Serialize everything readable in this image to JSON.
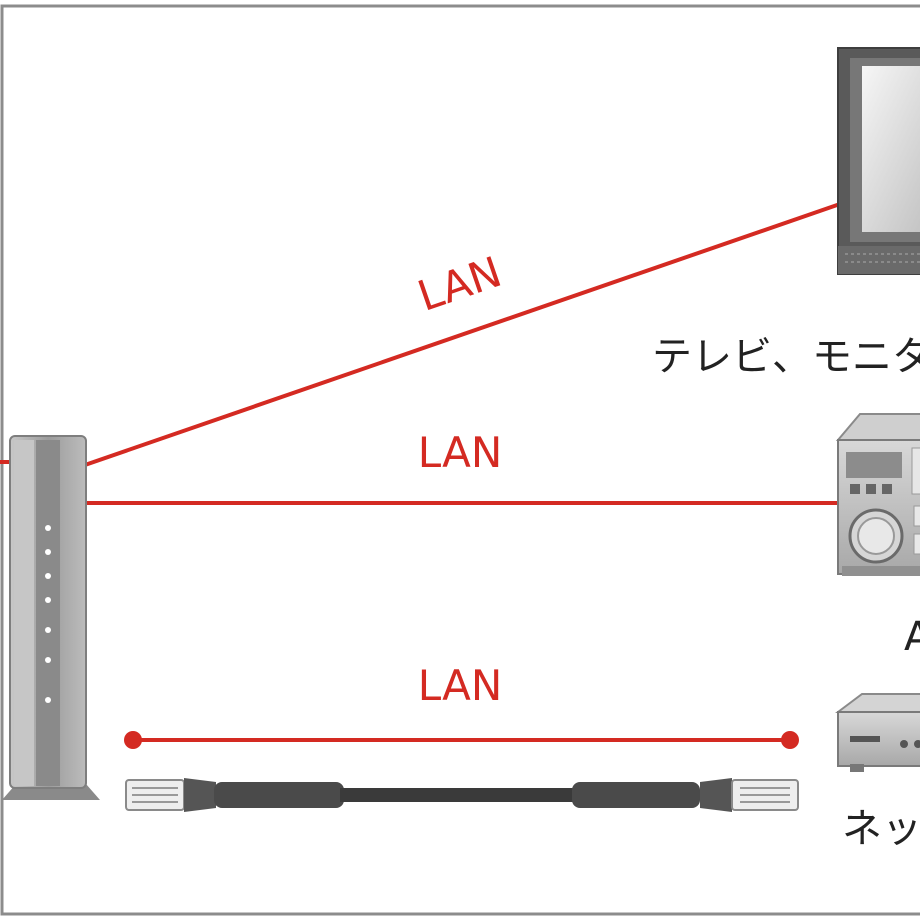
{
  "connections": [
    {
      "label": "LAN"
    },
    {
      "label": "LAN"
    },
    {
      "label": "LAN"
    }
  ],
  "devices": {
    "tv": {
      "label": "テレビ、モニタ"
    },
    "audio": {
      "label": "A"
    },
    "network": {
      "label": "ネッ"
    }
  },
  "colors": {
    "lan_line": "#d42a22",
    "frame": "#8c8c8c",
    "router_body": "#9a9a9a",
    "cable": "#3a3a3a"
  },
  "icons": [
    "router-icon",
    "tv-icon",
    "audio-amplifier-icon",
    "network-player-icon",
    "lan-cable-icon"
  ]
}
